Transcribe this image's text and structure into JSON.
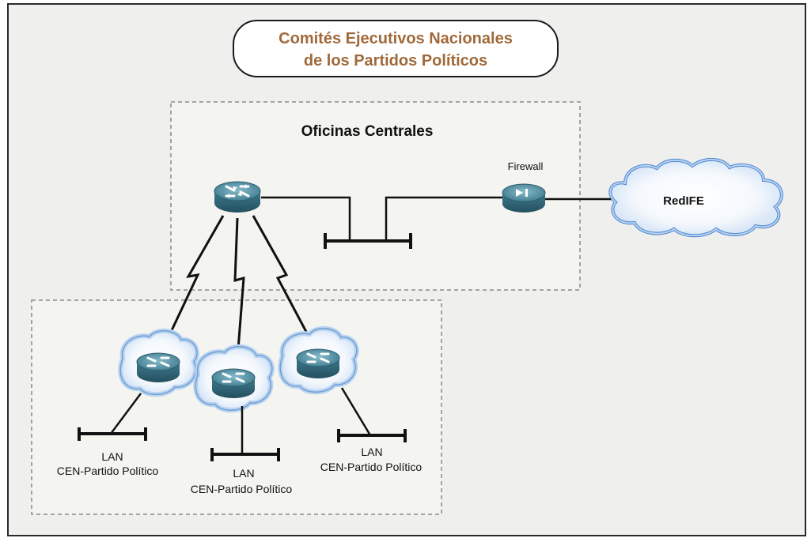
{
  "title": {
    "line1": "Comités Ejecutivos Nacionales",
    "line2": "de los Partidos Políticos"
  },
  "headquarters": {
    "label": "Oficinas Centrales"
  },
  "firewall": {
    "label": "Firewall"
  },
  "cloud": {
    "label": "RedIFE"
  },
  "lans": [
    {
      "line1": "LAN",
      "line2": "CEN-Partido Político"
    },
    {
      "line1": "LAN",
      "line2": "CEN-Partido Político"
    },
    {
      "line1": "LAN",
      "line2": "CEN-Partido Político"
    }
  ],
  "colors": {
    "title_text": "#a0693a",
    "router_fill": "#4e8a9d",
    "halo": "#b9d3ef",
    "cloud_edge": "#4c86d2"
  }
}
